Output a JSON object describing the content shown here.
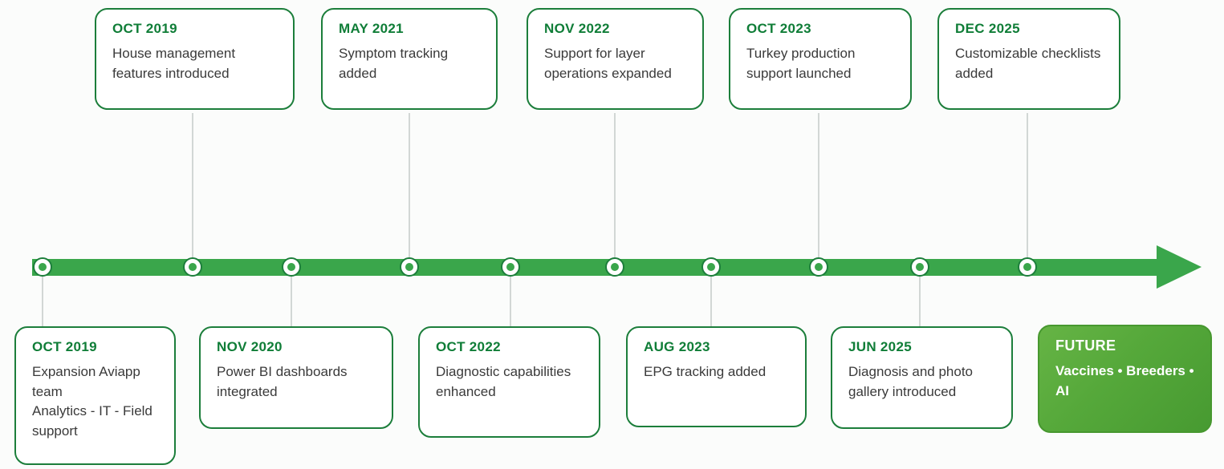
{
  "timeline": {
    "top_cards": [
      {
        "date": "OCT 2019",
        "text": "House management features introduced"
      },
      {
        "date": "MAY 2021",
        "text": "Symptom tracking added"
      },
      {
        "date": "NOV 2022",
        "text": "Support for layer operations expanded"
      },
      {
        "date": "OCT 2023",
        "text": "Turkey production support launched"
      },
      {
        "date": "DEC 2025",
        "text": "Customizable checklists added"
      }
    ],
    "bottom_cards": [
      {
        "date": "OCT 2019",
        "text": "Expansion Aviapp team\nAnalytics - IT - Field support"
      },
      {
        "date": "NOV 2020",
        "text": "Power BI dashboards integrated"
      },
      {
        "date": "OCT 2022",
        "text": "Diagnostic capabilities enhanced"
      },
      {
        "date": "AUG 2023",
        "text": "EPG tracking added"
      },
      {
        "date": "JUN 2025",
        "text": "Diagnosis and photo gallery introduced"
      }
    ],
    "future_card": {
      "title": "FUTURE",
      "text": "Vaccines • Breeders • AI"
    },
    "colors": {
      "bar_green": "#3aa64b",
      "border_green": "#1c7e3b",
      "date_green": "#0f7d37",
      "future_gradient_start": "#66b445",
      "future_gradient_end": "#479a31",
      "connector_gray": "#d2d7d5"
    }
  }
}
